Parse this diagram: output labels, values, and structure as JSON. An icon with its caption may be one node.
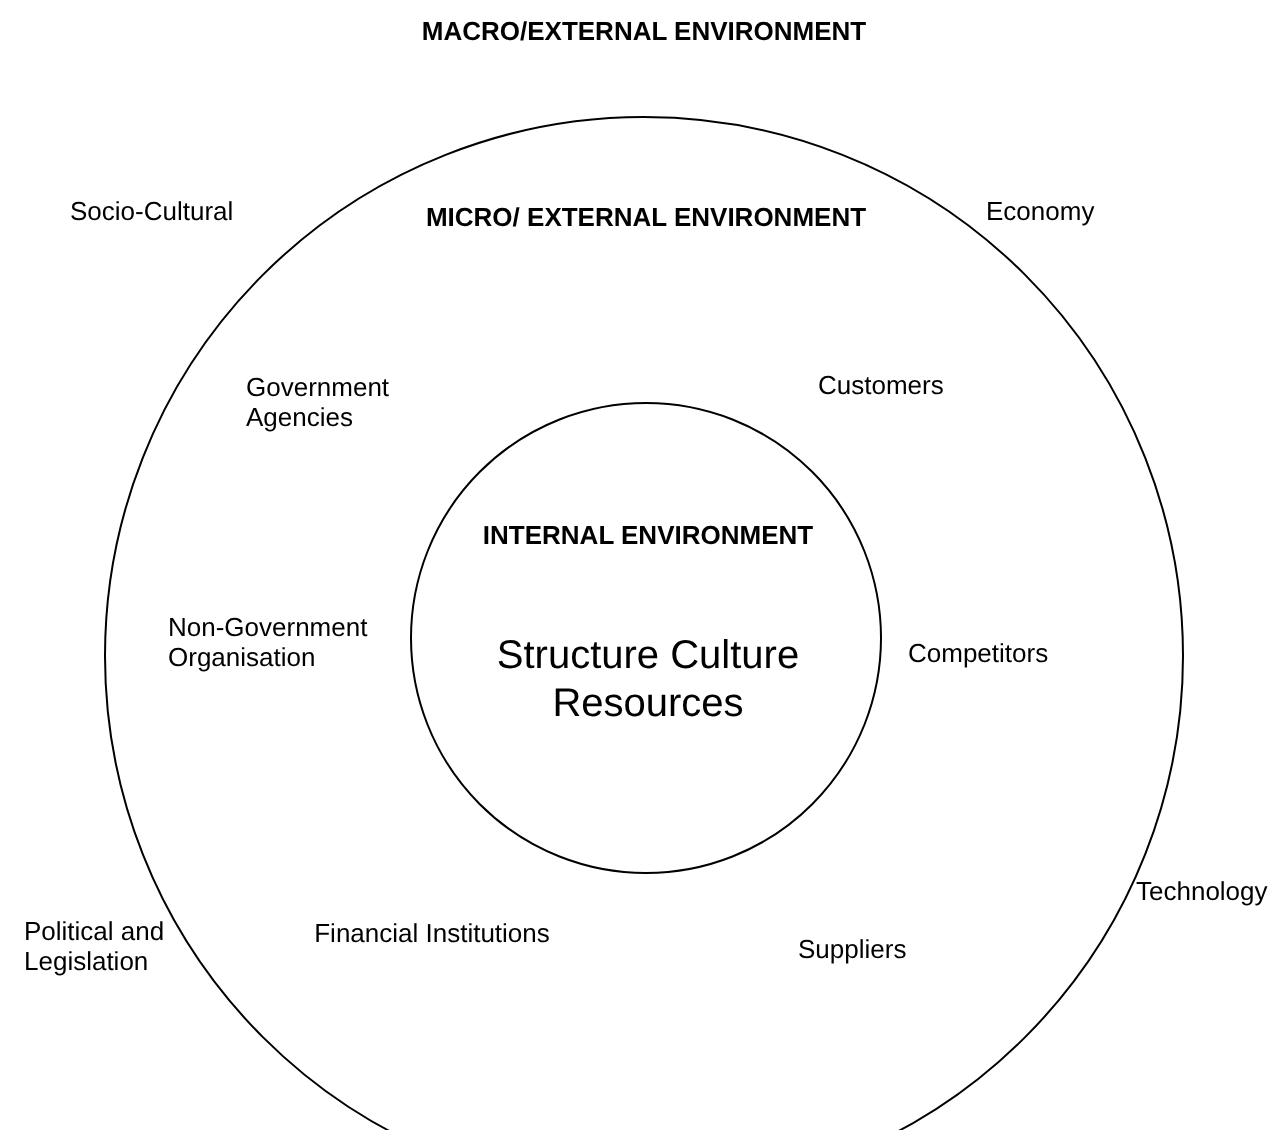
{
  "diagram": {
    "nodes": [
      {
        "text": [
          "MICRO/ EXTERNAL ENVIRONMENT",
          "Government Agencies",
          "Customers",
          "Non-Government Organisation",
          "Competitors",
          "Financial Institutions",
          "Suppliers"
        ]
      },
      {
        "text": [
          "INTERNAL ENVIRONMENT",
          "Structure Culture Resources"
        ],
        "in": 0
      }
    ],
    "labels": [
      "MACRO/EXTERNAL ENVIRONMENT",
      "Socio-Cultural",
      "Economy",
      "Technology",
      "Political and Legislation"
    ]
  }
}
